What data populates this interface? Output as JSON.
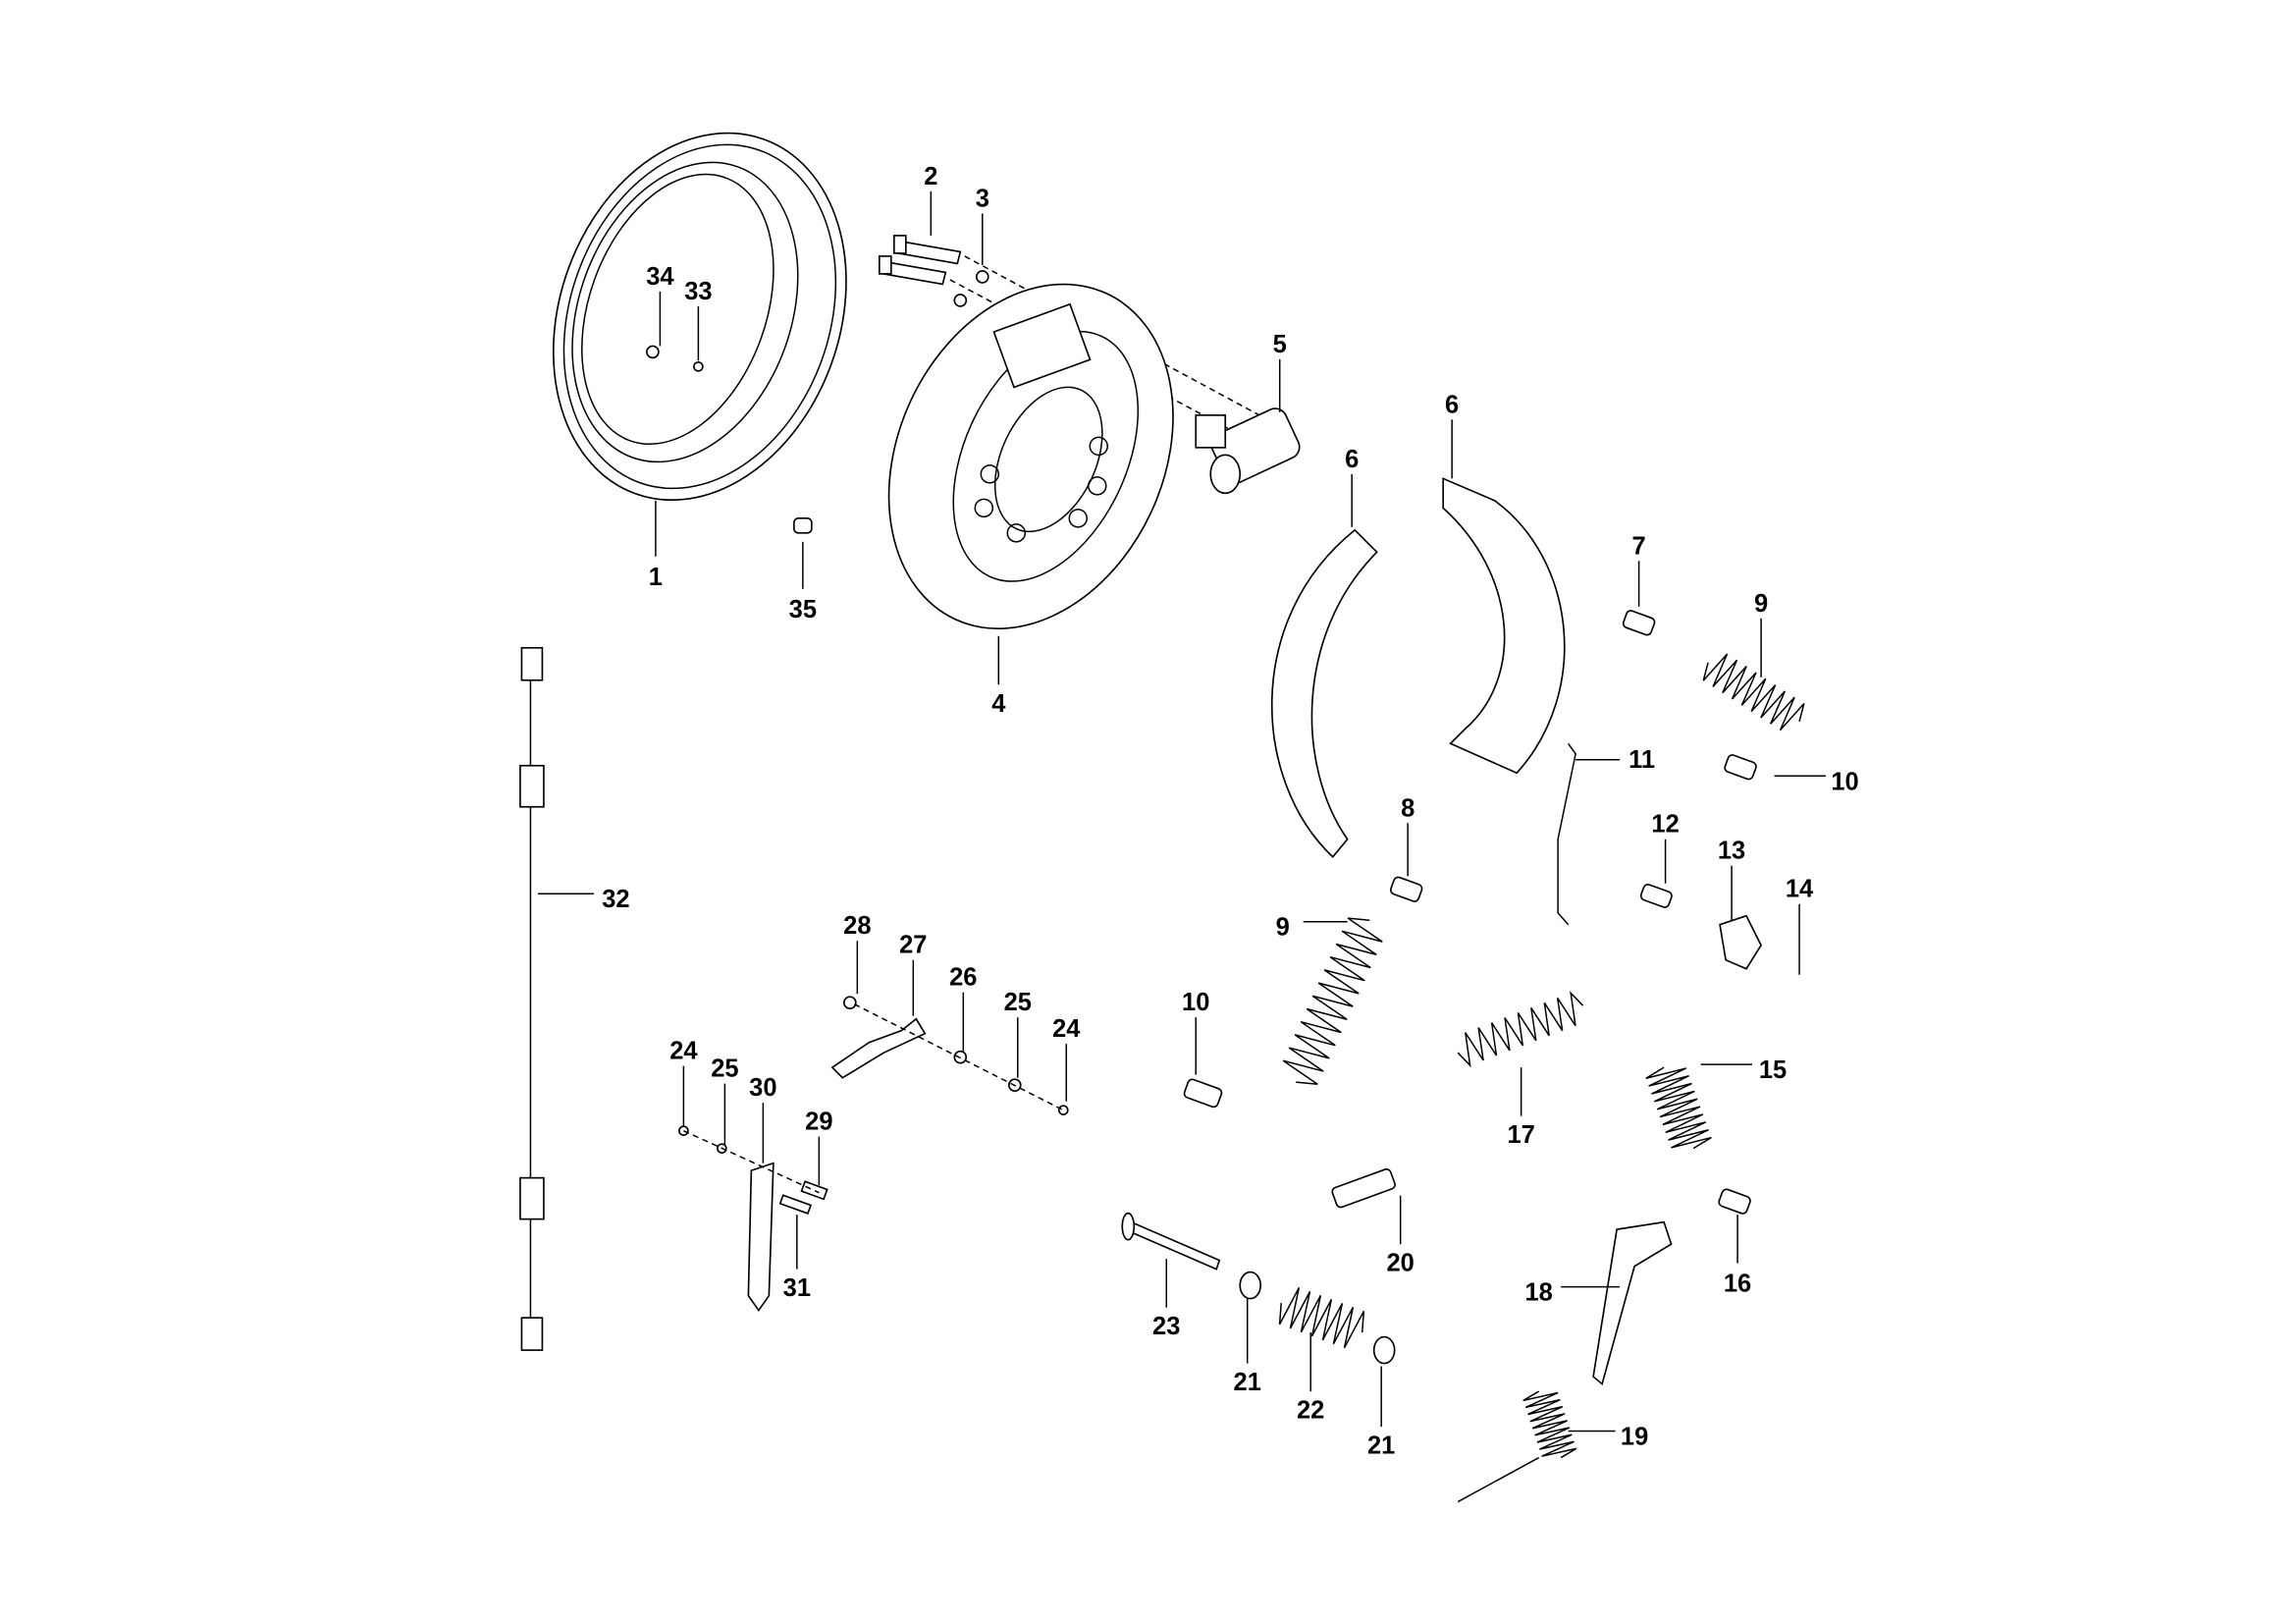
{
  "diagram": {
    "type": "exploded parts diagram",
    "labels": [
      "1",
      "2",
      "3",
      "34",
      "33",
      "35",
      "4",
      "5",
      "6",
      "6",
      "7",
      "9",
      "10",
      "11",
      "8",
      "12",
      "13",
      "14",
      "9",
      "10",
      "15",
      "17",
      "32",
      "28",
      "27",
      "26",
      "25",
      "24",
      "24",
      "25",
      "30",
      "29",
      "31",
      "20",
      "23",
      "21",
      "22",
      "21",
      "18",
      "16",
      "19"
    ]
  }
}
